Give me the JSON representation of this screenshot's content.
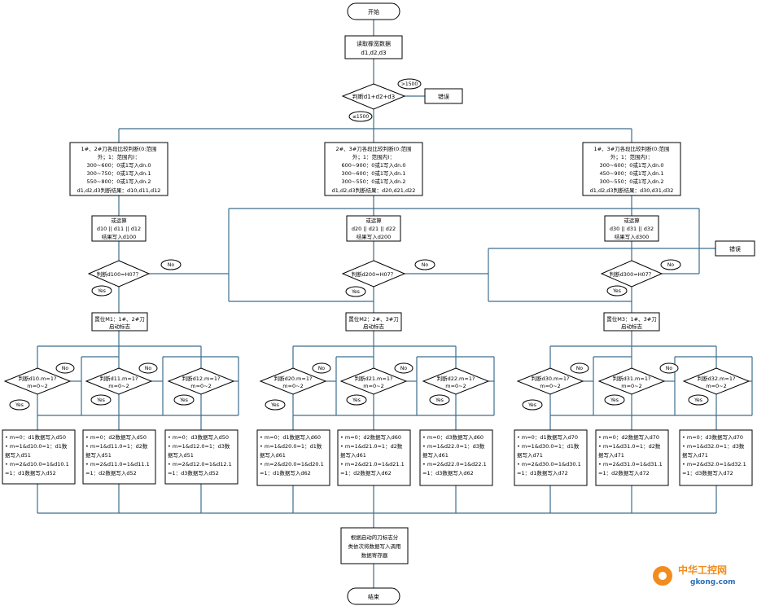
{
  "nodes": {
    "start": "开始",
    "read": [
      "读取橡宽数据",
      "d1,d2,d3"
    ],
    "judge_sum": "判断d1+d2+d3",
    "gt1500": ">1500",
    "le1500": "≤1500",
    "error1": "错误",
    "error2": "错误",
    "group1_header": [
      "1#、2#刀各段比较判断(0:范围",
      "外；1：范围内)：",
      "300~600：0或1写入dn.0",
      "300~750：0或1写入dn.1",
      "550~800：0或1写入dn.2",
      "d1,d2,d3判断结果：d10,d11,d12"
    ],
    "group2_header": [
      "2#、3#刀各段比较判断(0:范围",
      "外；1：范围内)：",
      "600~900：0或1写入dn.0",
      "300~600：0或1写入dn.1",
      "300~550：0或1写入dn.2",
      "d1,d2,d3判断结果：d20,d21,d22"
    ],
    "group3_header": [
      "1#、3#刀各段比较判断(0:范围",
      "外；1：范围内)：",
      "300~600：0或1写入dn.0",
      "450~900：0或1写入dn.1",
      "300~550：0或1写入dn.2",
      "d1,d2,d3判断结果：d30,d31,d32"
    ],
    "group1_or": [
      "或运算",
      "d10 || d11 || d12",
      "结果写入d100"
    ],
    "group2_or": [
      "或运算",
      "d20 || d21 || d22",
      "结果写入d200"
    ],
    "group3_or": [
      "或运算",
      "d30 || d31 || d32",
      "结果写入d300"
    ],
    "group1_judge": "判断d100=H07？",
    "group2_judge": "判断d200=H07？",
    "group3_judge": "判断d300=H07？",
    "no": "No",
    "yes": "Yes",
    "group1_set": [
      "置位M1：1#、2#刀",
      "启动标志"
    ],
    "group2_set": [
      "置位M2：2#、3#刀",
      "启动标志"
    ],
    "group3_set": [
      "置位M3：1#、3#刀",
      "启动标志"
    ],
    "g1_d1": [
      "判断d10.m=1?",
      "m=0~2"
    ],
    "g1_d2": [
      "判断d11.m=1?",
      "m=0~2"
    ],
    "g1_d3": [
      "判断d12.m=1?",
      "m=0~2"
    ],
    "g2_d1": [
      "判断d20.m=1?",
      "m=0~2"
    ],
    "g2_d2": [
      "判断d21.m=1?",
      "m=0~2"
    ],
    "g2_d3": [
      "判断d22.m=1?",
      "m=0~2"
    ],
    "g3_d1": [
      "判断d30.m=1?",
      "m=0~2"
    ],
    "g3_d2": [
      "判断d31.m=1?",
      "m=0~2"
    ],
    "g3_d3": [
      "判断d32.m=1?",
      "m=0~2"
    ],
    "g1_w1": [
      "• m=0：d1数据写入d50",
      "• m=1&d10.0=1：d1数",
      "  据写入d51",
      "• m=2&d10.0=1&d10.1",
      "  =1：d1数据写入d52"
    ],
    "g1_w2": [
      "• m=0：d2数据写入d50",
      "• m=1&d11.0=1：d2数",
      "  据写入d51",
      "• m=2&d11.0=1&d11.1",
      "  =1：d2数据写入d52"
    ],
    "g1_w3": [
      "• m=0：d3数据写入d50",
      "• m=1&d12.0=1：d3数",
      "  据写入d51",
      "• m=2&d12.0=1&d12.1",
      "  =1：d3数据写入d52"
    ],
    "g2_w1": [
      "• m=0：d1数据写入d60",
      "• m=1&d20.0=1：d1数",
      "  据写入d61",
      "• m=2&d20.0=1&d20.1",
      "  =1：d1数据写入d62"
    ],
    "g2_w2": [
      "• m=0：d2数据写入d60",
      "• m=1&d21.0=1：d2数",
      "  据写入d61",
      "• m=2&d21.0=1&d21.1",
      "  =1：d2数据写入d62"
    ],
    "g2_w3": [
      "• m=0：d3数据写入d60",
      "• m=1&d22.0=1：d3数",
      "  据写入d61",
      "• m=2&d22.0=1&d22.1",
      "  =1：d3数据写入d62"
    ],
    "g3_w1": [
      "• m=0：d1数据写入d70",
      "• m=1&d30.0=1：d1数",
      "  据写入d71",
      "• m=2&d30.0=1&d30.1",
      "  =1：d1数据写入d72"
    ],
    "g3_w2": [
      "• m=0：d2数据写入d70",
      "• m=1&d31.0=1：d2数",
      "  据写入d71",
      "• m=2&d31.0=1&d31.1",
      "  =1：d2数据写入d72"
    ],
    "g3_w3": [
      "• m=0：d3数据写入d70",
      "• m=1&d32.0=1：d3数",
      "  据写入d71",
      "• m=2&d32.0=1&d32.1",
      "  =1：d3数据写入d72"
    ],
    "final": [
      "根据启动的刀标志分",
      "类依次将数据写入调用",
      "数据寄存器"
    ],
    "end": "结束"
  },
  "watermark": {
    "brand": "中华工控网",
    "url": "gkong.com",
    "color": "#f28c1e",
    "url_color": "#2a6fb6"
  }
}
